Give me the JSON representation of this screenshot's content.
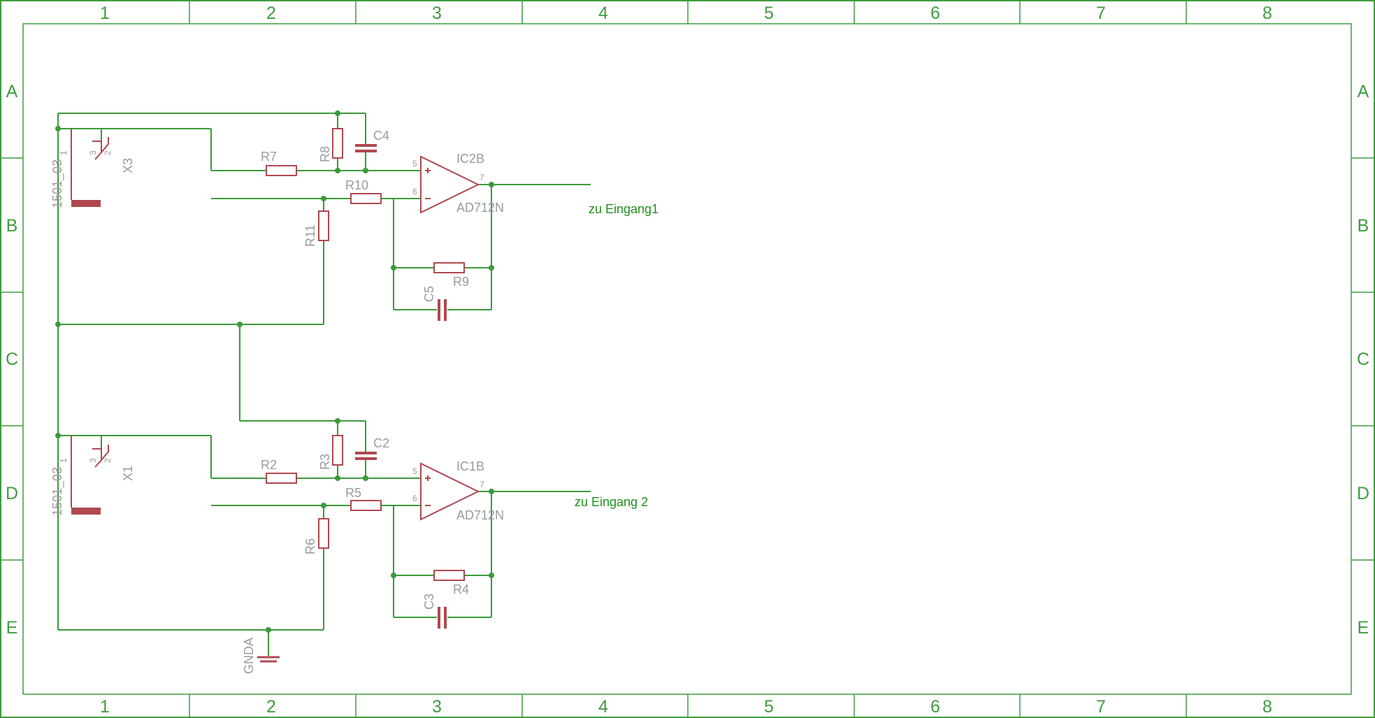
{
  "colors": {
    "frame": "#3f9c3f",
    "wire": "#3a9a3a",
    "component": "#b0484e",
    "component_text": "#9a9a9a",
    "net_label": "#1f8f1f",
    "junction": "#3a9a3a"
  },
  "frame": {
    "columns": [
      "1",
      "2",
      "3",
      "4",
      "5",
      "6",
      "7",
      "8"
    ],
    "rows": [
      "A",
      "B",
      "C",
      "D",
      "E"
    ]
  },
  "circuit_top": {
    "connector_name": "X3",
    "connector_value": "1501_03",
    "connector_pins": [
      "1",
      "3",
      "2"
    ],
    "R7": "R7",
    "R8": "R8",
    "C4": "C4",
    "R10": "R10",
    "R11": "R11",
    "R9": "R9",
    "C5": "C5",
    "ic_name": "IC2B",
    "ic_value": "AD712N",
    "ic_pin_plus": "5",
    "ic_pin_minus": "6",
    "ic_pin_out": "7",
    "output_label": "zu Eingang1"
  },
  "circuit_bottom": {
    "connector_name": "X1",
    "connector_value": "1501_03",
    "connector_pins": [
      "1",
      "3",
      "2"
    ],
    "R2": "R2",
    "R3": "R3",
    "C2": "C2",
    "R5": "R5",
    "R6": "R6",
    "R4": "R4",
    "C3": "C3",
    "ic_name": "IC1B",
    "ic_value": "AD712N",
    "ic_pin_plus": "5",
    "ic_pin_minus": "6",
    "ic_pin_out": "7",
    "output_label": "zu Eingang 2"
  },
  "ground": {
    "label": "GNDA"
  }
}
